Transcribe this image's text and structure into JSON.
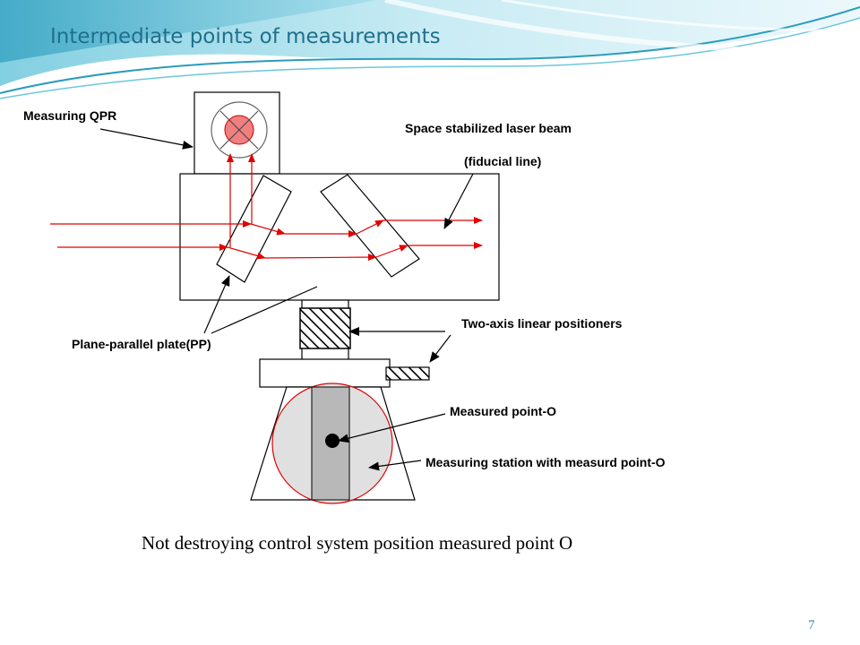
{
  "slide": {
    "title": "Intermediate points of measurements",
    "caption": "Not destroying control system position measured point O",
    "page_number": "7"
  },
  "labels": {
    "qpr": "Measuring QPR",
    "laser_beam": "Space stabilized laser beam",
    "fiducial": "(fiducial line)",
    "pp": "Plane-parallel plate(PP)",
    "positioners": "Two-axis linear positioners",
    "measured_point": "Measured point-O",
    "station": "Measuring station with measurd point-O"
  },
  "colors": {
    "title": "#1f6f8b",
    "beam": "#e00000",
    "qpr_fill": "#f08080",
    "station_fill": "#e0e0e0",
    "column_fill": "#b8b8b8",
    "header_wave_light": "#bfe8f2",
    "header_wave_mid": "#6cc7dc",
    "header_wave_dark": "#2a9cbd"
  }
}
